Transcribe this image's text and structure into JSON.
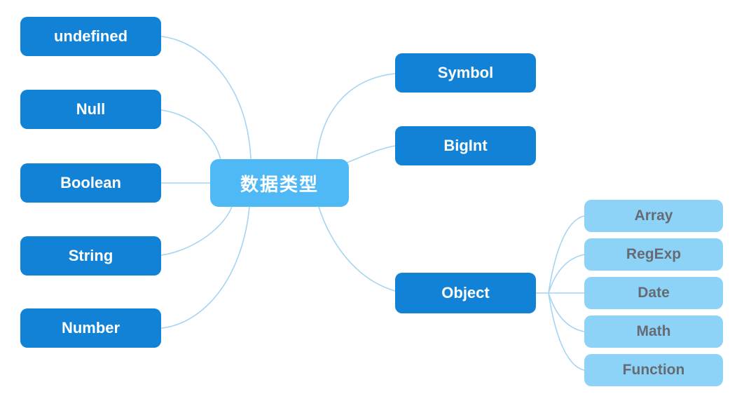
{
  "diagram": {
    "type": "mindmap",
    "root": {
      "label": "数据类型"
    },
    "branches_left": [
      {
        "label": "undefined"
      },
      {
        "label": "Null"
      },
      {
        "label": "Boolean"
      },
      {
        "label": "String"
      },
      {
        "label": "Number"
      }
    ],
    "branches_right": [
      {
        "label": "Symbol"
      },
      {
        "label": "BigInt"
      },
      {
        "label": "Object",
        "children": [
          {
            "label": "Array"
          },
          {
            "label": "RegExp"
          },
          {
            "label": "Date"
          },
          {
            "label": "Math"
          },
          {
            "label": "Function"
          }
        ]
      }
    ],
    "colors": {
      "branch_node": "#1182d6",
      "root_node": "#4eb9f5",
      "leaf_node": "#8dd3f8",
      "leaf_text": "#666b73",
      "node_text": "#ffffff",
      "connector": "#a5d4f2",
      "background": "#ffffff"
    }
  }
}
